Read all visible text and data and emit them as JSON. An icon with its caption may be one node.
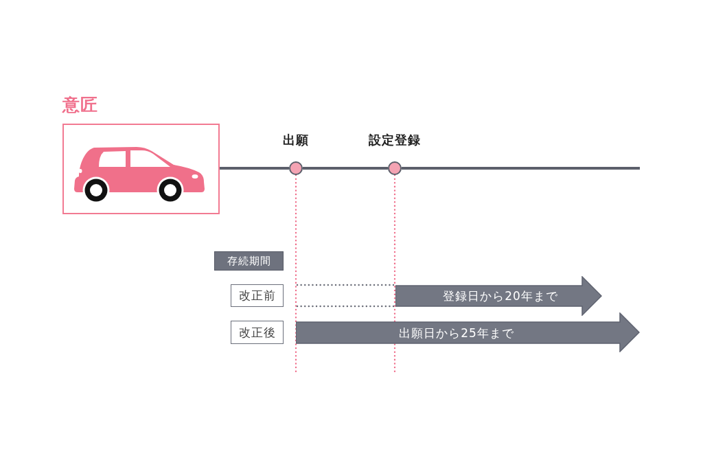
{
  "diagram": {
    "nodes": [
      {
        "text": [
          "意匠"
        ]
      },
      {
        "text": [],
        "shape": "circle",
        "beside": [
          "出願"
        ]
      },
      {
        "text": [],
        "shape": "circle",
        "beside": [
          "設定登録"
        ]
      },
      {
        "text": [
          "存続期間"
        ]
      },
      {
        "text": [
          "改正前"
        ]
      },
      {
        "text": [
          "改正後"
        ]
      },
      {
        "text": [
          "登録日から20年まで"
        ]
      },
      {
        "text": [
          "出願日から25年まで"
        ]
      }
    ],
    "edges": [
      {
        "from": 0,
        "to": 1,
        "arrow": "none"
      },
      {
        "from": 1,
        "to": 2,
        "arrow": "none"
      },
      {
        "from": 2,
        "to": null,
        "arrow": "none"
      },
      {
        "from": 1,
        "to": null,
        "arrow": "none",
        "style": "dashed",
        "color": "#f0708c"
      },
      {
        "from": 2,
        "to": null,
        "arrow": "none",
        "style": "dashed",
        "color": "#f0708c"
      },
      {
        "from": null,
        "to": 6,
        "arrow": "none",
        "style": "dashed"
      },
      {
        "from": null,
        "to": 6,
        "arrow": "none",
        "style": "dashed"
      }
    ]
  }
}
